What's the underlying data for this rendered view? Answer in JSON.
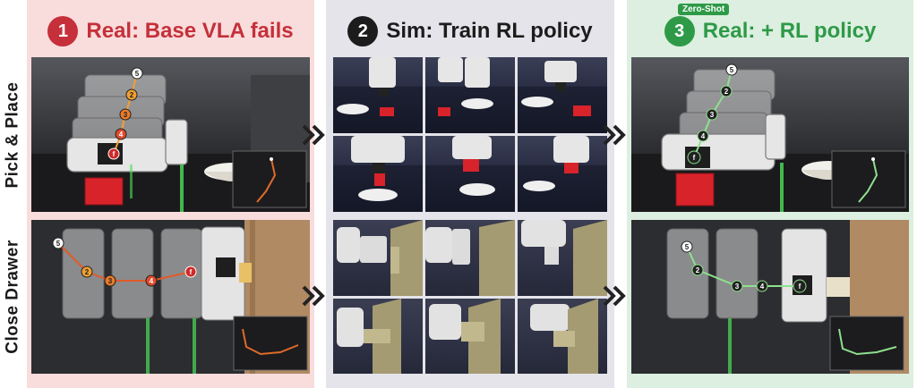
{
  "panels": [
    {
      "number": "1",
      "title": "Real: Base VLA fails",
      "circle_color": "#c5303a"
    },
    {
      "number": "2",
      "title": "Sim: Train RL policy",
      "circle_color": "#1c1c1c"
    },
    {
      "number": "3",
      "title": "Real: + RL policy",
      "badge": "Zero-Shot",
      "circle_color": "#2e9a48"
    }
  ],
  "rows": [
    {
      "label": "Pick & Place"
    },
    {
      "label": "Close Drawer"
    }
  ],
  "waypoint_labels": [
    "5",
    "2",
    "3",
    "4",
    "f"
  ],
  "colors": {
    "fail": "#c5303a",
    "success": "#2e9a48",
    "trajectory_fail_start": "#f0b040",
    "trajectory_fail_end": "#d02828",
    "trajectory_success": "#8ee08e",
    "cube": "#d8232a",
    "sim_floor": "#171a2a",
    "drawer": "#b8a878"
  },
  "icons": {
    "arrow": "double-chevron-right-icon"
  }
}
